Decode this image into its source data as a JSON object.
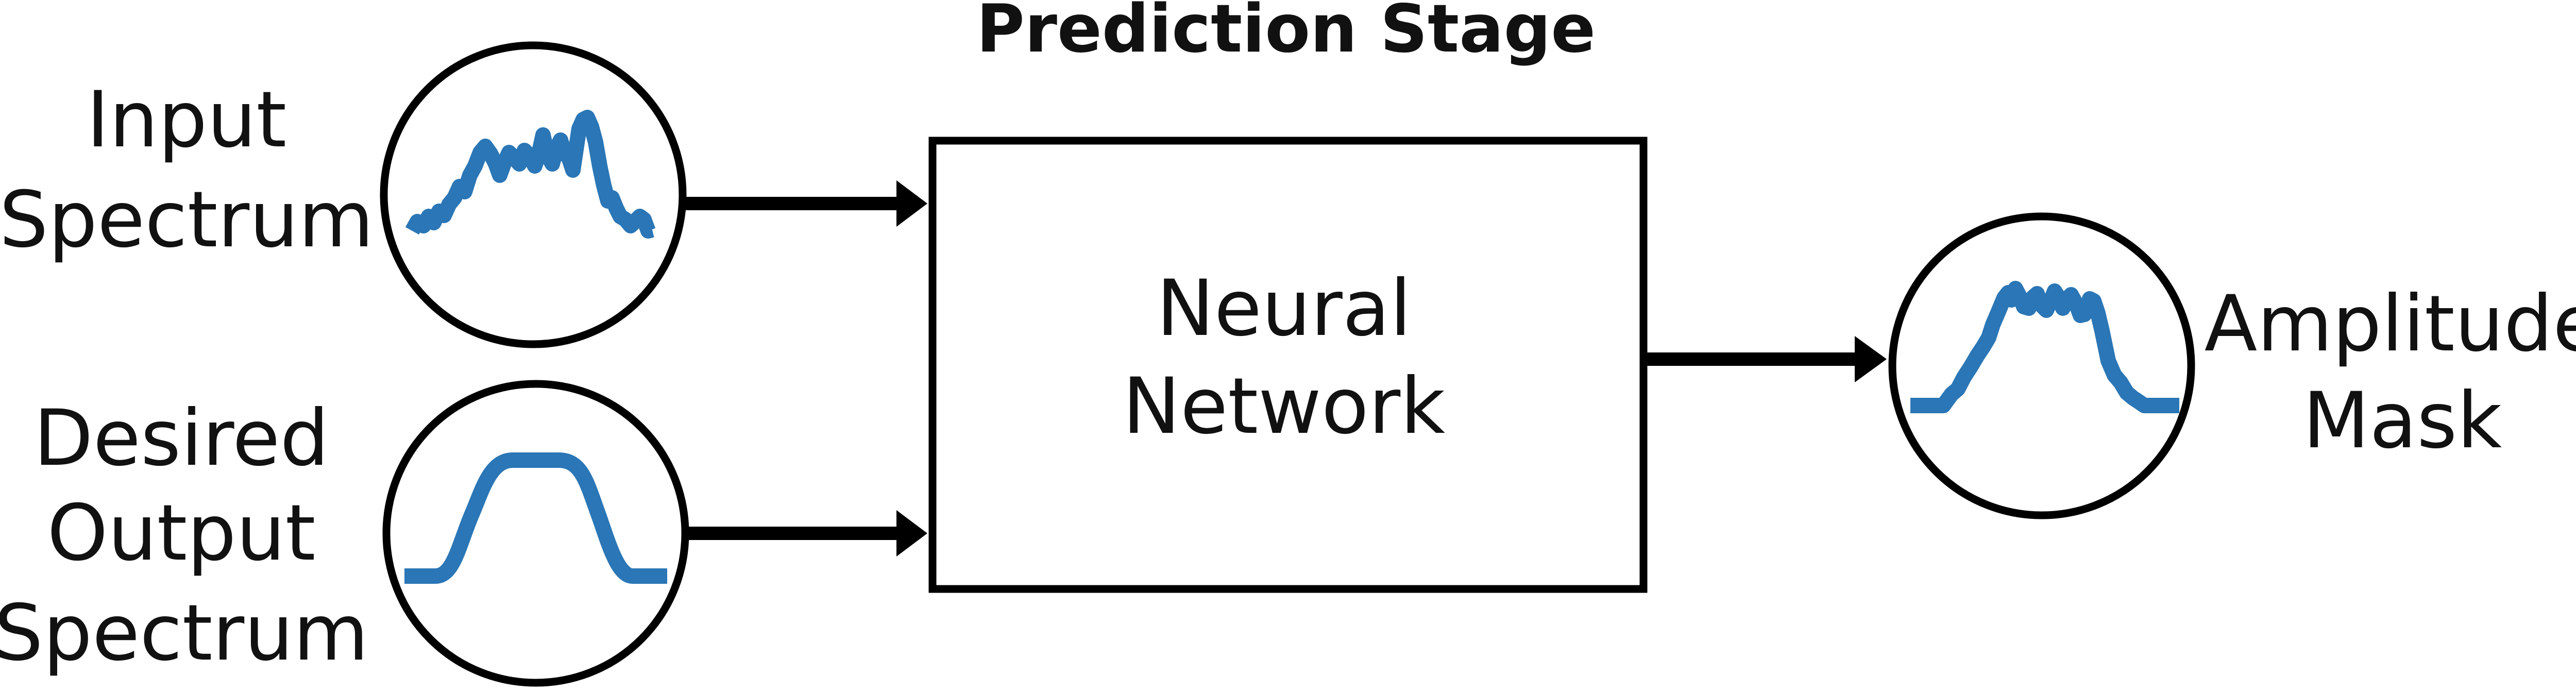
{
  "title": "Prediction Stage",
  "center_box": {
    "label_line1": "Neural",
    "label_line2": "Network"
  },
  "inputs": {
    "input_spectrum": {
      "label_line1": "Input",
      "label_line2": "Spectrum"
    },
    "desired_output": {
      "label_line1": "Desired",
      "label_line2": "Output",
      "label_line3": "Spectrum"
    }
  },
  "output": {
    "label_line1": "Amplitude",
    "label_line2": "Mask"
  },
  "colors": {
    "spectrum_stroke": "#2a76b6",
    "outline": "#000000"
  }
}
